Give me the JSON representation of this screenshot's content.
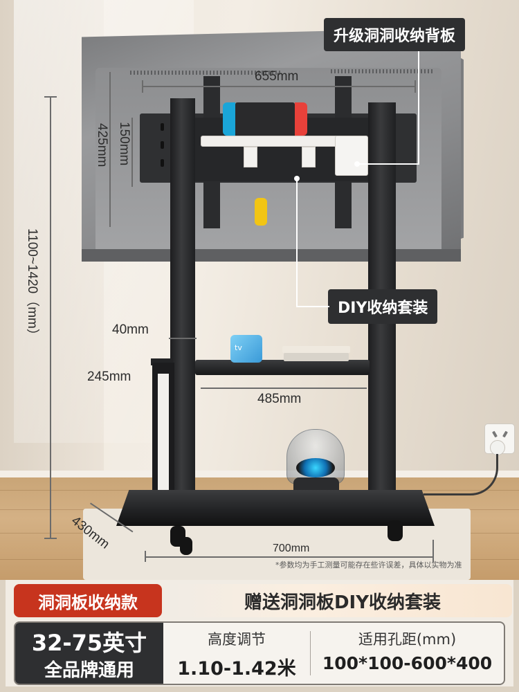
{
  "callouts": {
    "backboard": "升级洞洞收纳背板",
    "diy_kit": "DIY收纳套装"
  },
  "dimensions": {
    "width_tv": "655mm",
    "pegboard_height": "150mm",
    "mount_height": "425mm",
    "total_height": "1100~1420（mm）",
    "column_width": "40mm",
    "shelf_depth": "245mm",
    "shelf_width": "485mm",
    "base_depth": "430mm",
    "base_width": "700mm"
  },
  "product_labels": {
    "apple_tv": " tv"
  },
  "note": "*参数均为手工测量可能存在些许误差，具体以实物为准",
  "panel": {
    "tag": "洞洞板收纳款",
    "promo": "赠送洞洞板DIY收纳套装",
    "size": "32-75英寸",
    "compat": "全品牌通用",
    "height_label": "高度调节",
    "height_value": "1.10-1.42米",
    "vesa_label": "适用孔距(mm)",
    "vesa_value": "100*100-600*400"
  },
  "colors": {
    "accent_red": "#c7341e",
    "dark": "#2e2f31"
  }
}
